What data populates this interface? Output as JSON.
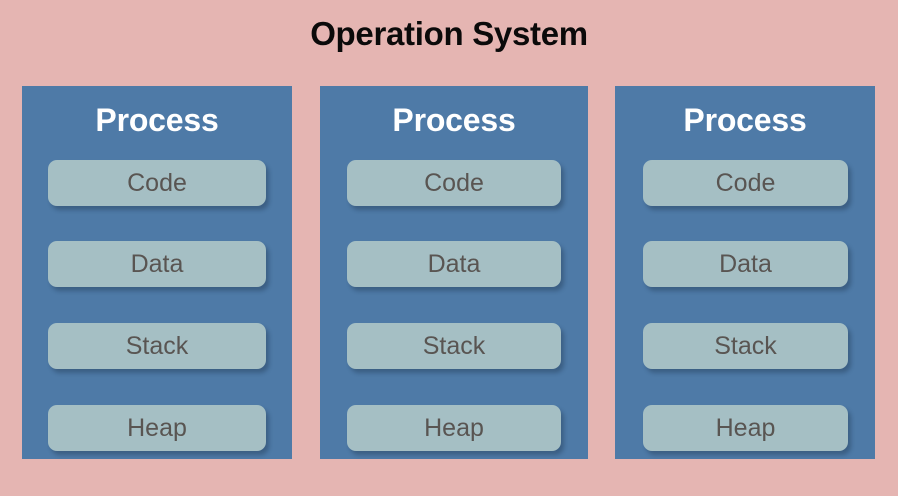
{
  "diagram": {
    "title": "Operation System",
    "background_color": "#e5b5b2",
    "process_color": "#4e7aa7",
    "segment_color": "#a5bfc4",
    "title_color": "#0b0a0a",
    "process_title_color": "#ffffff",
    "segment_label_color": "#595552",
    "processes": [
      {
        "title": "Process",
        "segments": [
          {
            "label": "Code"
          },
          {
            "label": "Data"
          },
          {
            "label": "Stack"
          },
          {
            "label": "Heap"
          }
        ]
      },
      {
        "title": "Process",
        "segments": [
          {
            "label": "Code"
          },
          {
            "label": "Data"
          },
          {
            "label": "Stack"
          },
          {
            "label": "Heap"
          }
        ]
      },
      {
        "title": "Process",
        "segments": [
          {
            "label": "Code"
          },
          {
            "label": "Data"
          },
          {
            "label": "Stack"
          },
          {
            "label": "Heap"
          }
        ]
      }
    ]
  }
}
